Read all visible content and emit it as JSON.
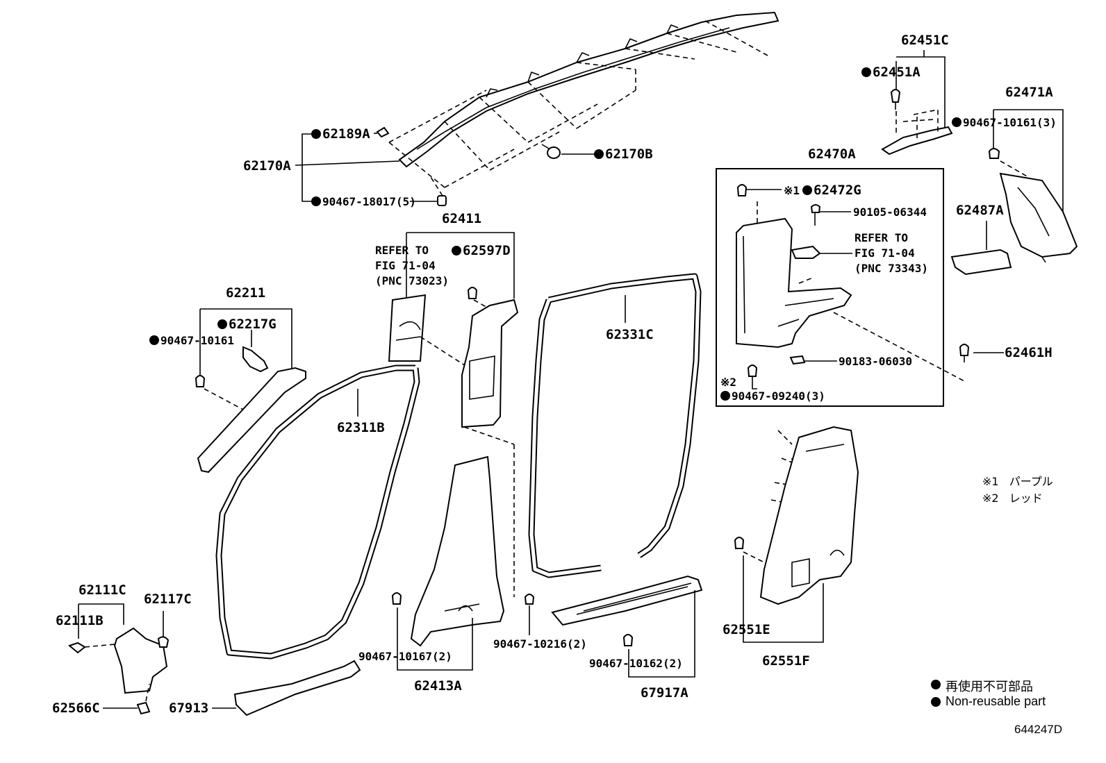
{
  "diagram": {
    "labels": {
      "62170A": "62170A",
      "62189A": "62189A",
      "90467_18017": "90467-18017(5)",
      "62170B": "62170B",
      "62451C": "62451C",
      "62451A": "62451A",
      "62471A": "62471A",
      "90467_10161_3": "90467-10161(3)",
      "62470A": "62470A",
      "62472G": "62472G",
      "mark1": "※1",
      "90105_06344": "90105-06344",
      "62487A": "62487A",
      "90183_06030": "90183-06030",
      "62461H": "62461H",
      "mark2": "※2",
      "90467_09240_3": "90467-09240(3)",
      "62411": "62411",
      "62597D": "62597D",
      "62211": "62211",
      "62217G": "62217G",
      "90467_10161": "90467-10161",
      "62331C": "62331C",
      "62311B": "62311B",
      "62111C": "62111C",
      "62111B": "62111B",
      "62117C": "62117C",
      "62566C": "62566C",
      "67913": "67913",
      "90467_10167_2": "90467-10167(2)",
      "62413A": "62413A",
      "90467_10216_2": "90467-10216(2)",
      "90467_10162_2": "90467-10162(2)",
      "67917A": "67917A",
      "62551E": "62551E",
      "62551F": "62551F"
    },
    "refer_notes": {
      "left": "REFER TO\nFIG 71-04\n(PNC 73023)",
      "right": "REFER TO\nFIG 71-04\n(PNC 73343)"
    },
    "color_notes": [
      {
        "mark": "※1",
        "text": "パープル"
      },
      {
        "mark": "※2",
        "text": "レッド"
      }
    ],
    "legend": {
      "jp": "再使用不可部品",
      "en": "Non-reusable part"
    },
    "figure_code": "644247D"
  }
}
